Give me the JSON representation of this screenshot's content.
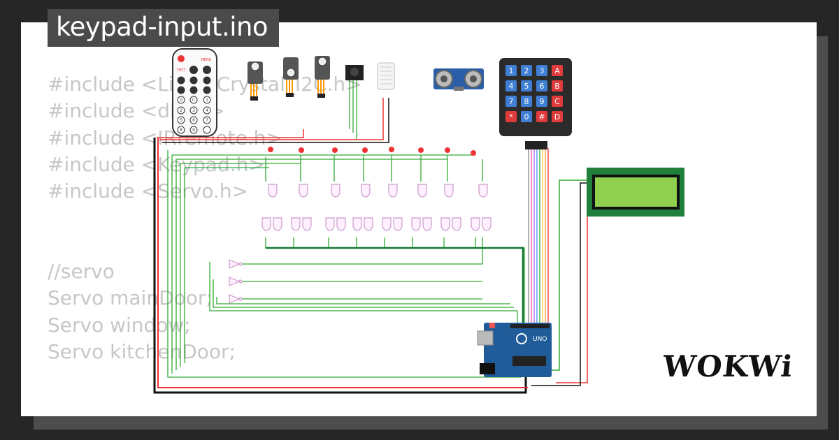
{
  "project": {
    "filename": "keypad-input.ino"
  },
  "code_lines": [
    "#include <LiquidCrystal_I2C.h>",
    "#include <dht.h>",
    "#include <IRremote.h>",
    "#include <Keypad.h>",
    "#include <Servo.h>",
    "",
    "",
    "//servo",
    "Servo mainDoor;",
    "Servo window;",
    "Servo kitchenDoor;"
  ],
  "keypad": {
    "keys": [
      "1",
      "2",
      "3",
      "A",
      "4",
      "5",
      "6",
      "B",
      "7",
      "8",
      "9",
      "C",
      "*",
      "0",
      "#",
      "D"
    ]
  },
  "remote": {
    "top_labels": [
      "MENU",
      "TEST"
    ],
    "digits": [
      "0",
      "C",
      "1",
      "2",
      "3",
      "4",
      "5",
      "6",
      "7",
      "8",
      "9"
    ]
  },
  "arduino": {
    "label": "UNO"
  },
  "brand": {
    "name": "WOKWi"
  },
  "colors": {
    "background": "#262626",
    "card": "#ffffff",
    "code_text": "#c7c7c7",
    "lcd_screen": "#8fd14f",
    "arduino_board": "#1f5c99"
  }
}
